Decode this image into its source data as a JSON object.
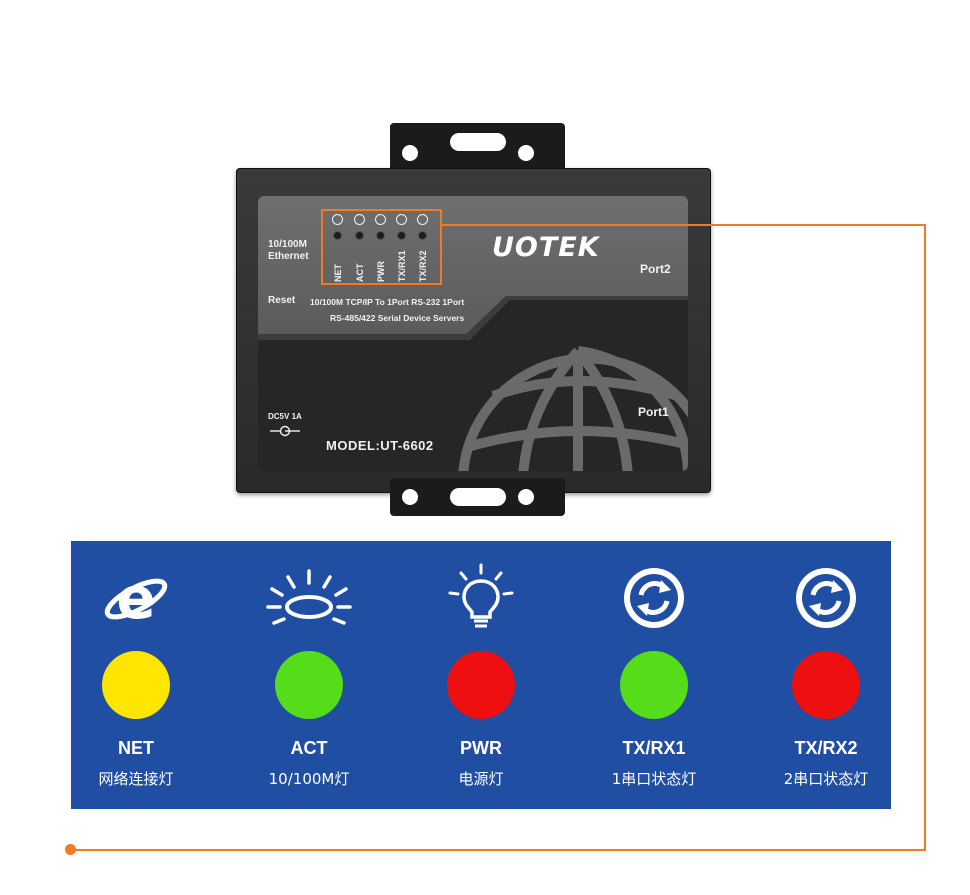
{
  "device": {
    "ethernet_label_1": "10/100M",
    "ethernet_label_2": "Ethernet",
    "reset_label": "Reset",
    "desc_line_1": "10/100M TCP/IP To 1Port RS-232 1Port",
    "desc_line_2": "RS-485/422 Serial Device Servers",
    "brand": "UOTEK",
    "port2_label": "Port2",
    "port1_label": "Port1",
    "power_label": "DC5V 1A",
    "model_label": "MODEL:UT-6602",
    "leds": [
      {
        "label": "NET"
      },
      {
        "label": "ACT"
      },
      {
        "label": "PWR"
      },
      {
        "label": "TX/RX1"
      },
      {
        "label": "TX/RX2"
      }
    ]
  },
  "indicators": [
    {
      "name": "NET",
      "desc": "网络连接灯",
      "color": "#ffe600",
      "icon": "ie-icon"
    },
    {
      "name": "ACT",
      "desc": "10/100M灯",
      "color": "#55dd1a",
      "icon": "activity-ring-icon"
    },
    {
      "name": "PWR",
      "desc": "电源灯",
      "color": "#ee1010",
      "icon": "lightbulb-icon"
    },
    {
      "name": "TX/RX1",
      "desc": "1串口状态灯",
      "color": "#55dd1a",
      "icon": "refresh-icon"
    },
    {
      "name": "TX/RX2",
      "desc": "2串口状态灯",
      "color": "#ee1010",
      "icon": "refresh-icon"
    }
  ],
  "colors": {
    "panel": "#1f4ea3",
    "accent_line": "#f07a26"
  }
}
